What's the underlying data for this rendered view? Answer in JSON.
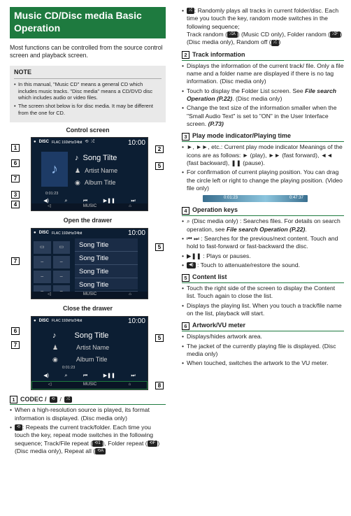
{
  "title": "Music CD/Disc media Basic Operation",
  "intro": "Most functions can be controlled from the source control screen and playback screen.",
  "note": {
    "heading": "NOTE",
    "items": [
      "In this manual, \"Music CD\" means a general CD which includes music tracks. \"Disc media\" means a CD/DVD disc which includes audio or video files.",
      "The screen shot below is for disc media. It may be different from the one for CD."
    ]
  },
  "screens": {
    "control": {
      "heading": "Control screen",
      "source": "DISC",
      "format": "FLAC 192kHz/24bit",
      "clock": "10:00",
      "song": "Song Tilte",
      "artist": "Artist Name",
      "album": "Album Title",
      "time_elapsed": "0:01:23",
      "callouts": [
        "1",
        "2",
        "3",
        "4",
        "5",
        "6",
        "7"
      ]
    },
    "open": {
      "heading": "Open the drawer",
      "source": "DISC",
      "format": "FLAC 192kHz/24bit",
      "clock": "10:00",
      "items": [
        "Song Title",
        "Song Title",
        "Song Title",
        "Song Title"
      ],
      "callouts": [
        "7",
        "5"
      ]
    },
    "close": {
      "heading": "Close the drawer",
      "source": "DISC",
      "format": "FLAC 192kHz/24bit",
      "clock": "10:00",
      "song": "Song Title",
      "artist": "Artist Name",
      "album": "Album Title",
      "time_elapsed": "0:01:23",
      "callouts": [
        "6",
        "7",
        "5",
        "8"
      ]
    },
    "bottom_label": "MUSIC"
  },
  "sections": {
    "s1": {
      "num": "1",
      "title": "CODEC /",
      "items": [
        "When a high-resolution source is played, its format information is displayed. (Disc media only)",
        ": Repeats the current track/folder. Each time you touch the key, repeat mode switches in the following sequence; Track/File repeat (",
        "), Folder repeat (",
        ") (Disc media only), Repeat all ("
      ]
    },
    "s1_cont": {
      "item": ": Randomly plays all tracks in current folder/disc. Each time you touch the key, random mode switches in the following sequence;",
      "line2": "Track random (",
      "line2b": ") (Music CD only), Folder random (",
      "line2c": ") (Disc media only), Random off ("
    },
    "s2": {
      "num": "2",
      "title": "Track information",
      "items": [
        "Displays the information of the current track/ file. Only a file name and a folder name are displayed if there is no tag information. (Disc media only)",
        "Touch to display the Folder List screen. See ",
        "File search Operation (P.22)",
        ". (Disc media only)",
        "Change the text size of the information smaller when the \"Small Audio Text\" is set to \"ON\" in the User Interface screen. ",
        "(P.73)"
      ]
    },
    "s3": {
      "num": "3",
      "title": "Play mode indicator/Playing time",
      "items": [
        "►, ►►, etc.: Current play mode indicator Meanings of the icons are as follows: ► (play), ►► (fast forward), ◄◄ (fast backward), ❚❚ (pause).",
        "For confirmation of current playing position. You can drag the circle left or right to change the playing position. (Video file only)"
      ],
      "seek_left": "0:01:23",
      "seek_right": "0:47:37"
    },
    "s4": {
      "num": "4",
      "title": "Operation keys",
      "items": [
        " (Disc media only) : Searches files. For details on search operation, see ",
        "File search Operation (P.22)",
        " : Searches for the previous/next content. Touch and hold to fast-forward or fast-backward the disc.",
        " : Plays or pauses.",
        " : Touch to attenuate/restore the sound."
      ]
    },
    "s5": {
      "num": "5",
      "title": "Content list",
      "items": [
        "Touch the right side of the screen to display the Content list. Touch again to close the list.",
        "Displays the playing list. When you touch a track/file name on the list, playback will start."
      ]
    },
    "s6": {
      "num": "6",
      "title": "Artwork/VU meter",
      "items": [
        "Displays/hides artwork area.",
        "The jacket of the currently playing file is displayed. (Disc media only)",
        "When touched, switches the artwork to the VU meter."
      ]
    }
  }
}
